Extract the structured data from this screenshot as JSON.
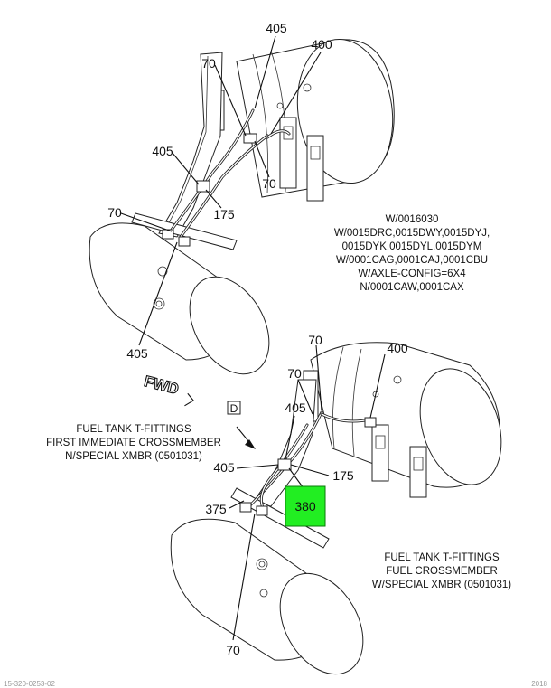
{
  "callouts": {
    "top": [
      "405",
      "400",
      "70",
      "405",
      "70",
      "175",
      "70",
      "405"
    ],
    "bottom": [
      "70",
      "400",
      "70",
      "405",
      "405",
      "175",
      "375",
      "70"
    ],
    "highlight": "380",
    "view_marker": "D",
    "fwd": "FWD"
  },
  "notes": {
    "top_config": [
      "W/0016030",
      "W/0015DRC,0015DWY,0015DYJ,",
      "0015DYK,0015DYL,0015DYM",
      "W/0001CAG,0001CAJ,0001CBU",
      "W/AXLE-CONFIG=6X4",
      "N/0001CAW,0001CAX"
    ],
    "first_crossmember": [
      "FUEL TANK T-FITTINGS",
      "FIRST IMMEDIATE CROSSMEMBER",
      "N/SPECIAL XMBR (0501031)"
    ],
    "fuel_crossmember": [
      "FUEL TANK T-FITTINGS",
      "FUEL CROSSMEMBER",
      "W/SPECIAL XMBR (0501031)"
    ]
  },
  "footer": {
    "left": "15-320-0253-02",
    "right": "2018"
  },
  "colors": {
    "highlight": "#22ee22",
    "line": "#111111",
    "background": "#ffffff"
  }
}
